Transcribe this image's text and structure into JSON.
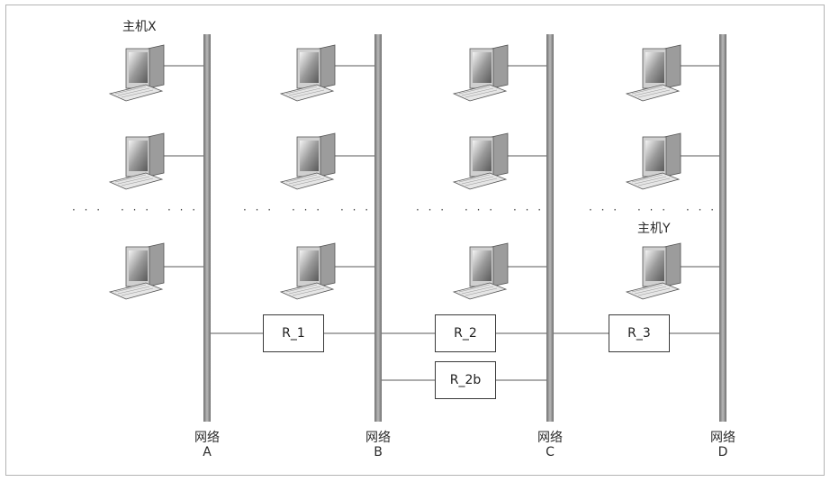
{
  "hosts": {
    "x_label": "主机X",
    "y_label": "主机Y"
  },
  "networks": [
    {
      "name": "网络",
      "letter": "A"
    },
    {
      "name": "网络",
      "letter": "B"
    },
    {
      "name": "网络",
      "letter": "C"
    },
    {
      "name": "网络",
      "letter": "D"
    }
  ],
  "routers": [
    {
      "label": "R_1"
    },
    {
      "label": "R_2"
    },
    {
      "label": "R_2b"
    },
    {
      "label": "R_3"
    }
  ],
  "ellipsis": "· · ·",
  "icons": {
    "computer": "computer-icon"
  },
  "colors": {
    "bus": "#8a8a8a",
    "line": "#5a5a5a",
    "frame": "#b4b4b4"
  }
}
